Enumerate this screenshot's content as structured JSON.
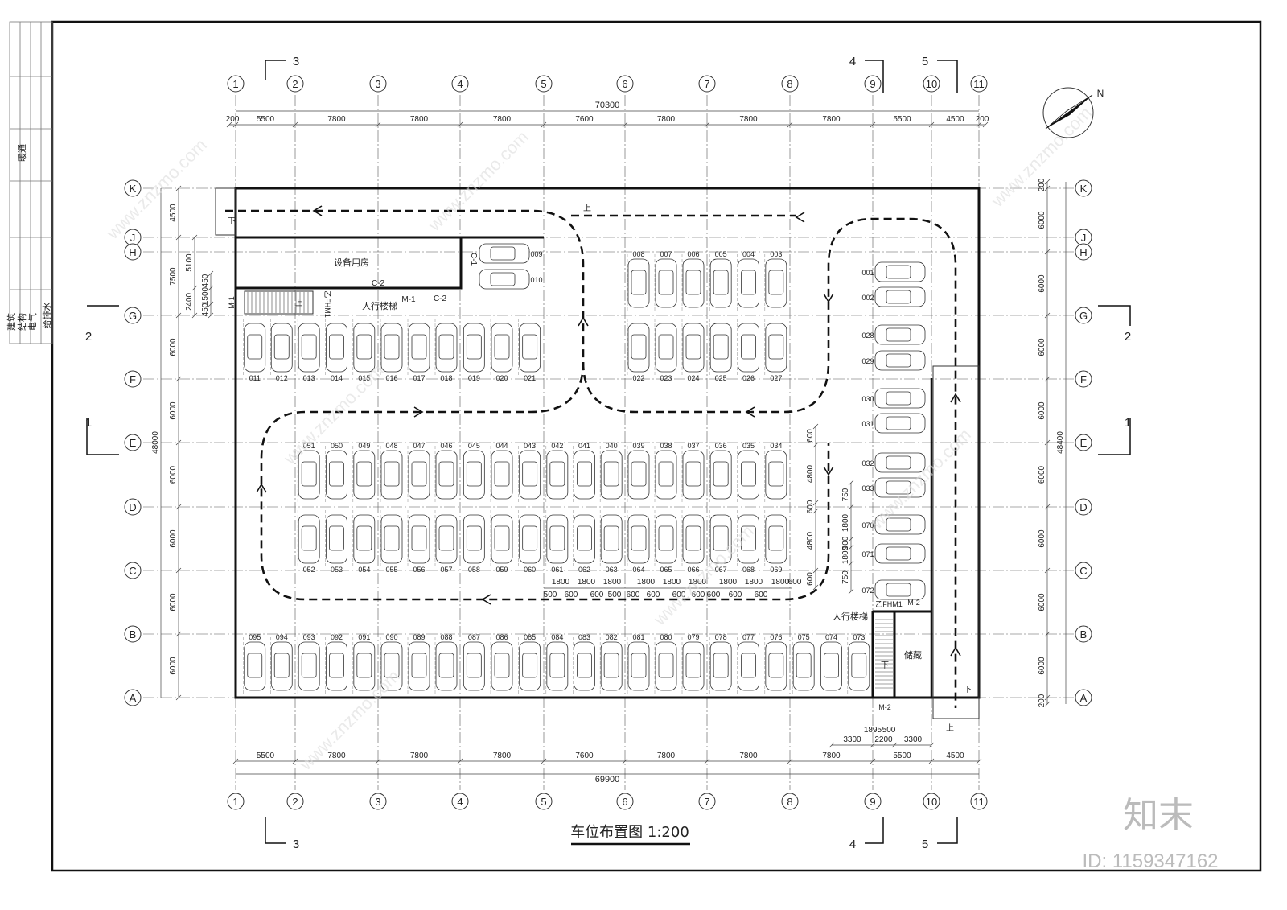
{
  "title_block": {
    "rows": [
      "暖通",
      "建筑",
      "结构",
      "电气",
      "给排水"
    ]
  },
  "drawing": {
    "title": "车位布置图 1:200",
    "north_label": "N",
    "column_axes": [
      "1",
      "2",
      "3",
      "4",
      "5",
      "6",
      "7",
      "8",
      "9",
      "10",
      "11"
    ],
    "row_axes": [
      "K",
      "J",
      "H",
      "G",
      "F",
      "E",
      "D",
      "C",
      "B",
      "A"
    ],
    "section_marks": {
      "top_left": "3",
      "top_4": "4",
      "top_5": "5",
      "left_2": "2",
      "left_1": "1",
      "right_2": "2",
      "right_1": "1",
      "bottom_left": "3",
      "bottom_4": "4",
      "bottom_5": "5"
    },
    "dims_top": {
      "total": "70300",
      "segments": [
        "200",
        "5500",
        "7800",
        "7800",
        "7800",
        "7600",
        "7800",
        "7800",
        "7800",
        "5500",
        "4500",
        "200"
      ]
    },
    "dims_bottom": {
      "total": "69900",
      "segments": [
        "5500",
        "7800",
        "7800",
        "7800",
        "7600",
        "7800",
        "7800",
        "7800",
        "5500",
        "4500"
      ],
      "sub": [
        "3300",
        "2200",
        "3300"
      ],
      "door": [
        "1895",
        "500"
      ]
    },
    "dims_left": {
      "total": "48000",
      "segments": [
        "4500",
        "7500",
        "6000",
        "6000",
        "6000",
        "6000",
        "6000",
        "6000"
      ],
      "inner": [
        "5100",
        "2400",
        "450",
        "1500",
        "450"
      ]
    },
    "dims_right": {
      "total": "48400",
      "segments": [
        "200",
        "6000",
        "6000",
        "6000",
        "6000",
        "6000",
        "6000",
        "6000",
        "6000",
        "200"
      ]
    },
    "dims_middle": {
      "stall_widths": [
        "1800",
        "1800",
        "1800",
        "1800",
        "1800",
        "1800",
        "1800",
        "1800",
        "1800"
      ],
      "gaps": [
        "500",
        "600",
        "600",
        "500",
        "600",
        "600",
        "600",
        "600",
        "600",
        "600",
        "600"
      ],
      "end": "600",
      "vertical_left": [
        "600",
        "4800",
        "600",
        "4800",
        "600"
      ],
      "vertical_right": [
        "750",
        "1800",
        "900",
        "1800",
        "750"
      ]
    },
    "rooms": {
      "equipment": "设备用房",
      "storage": "储藏",
      "stair_1": "人行楼梯",
      "stair_2": "人行楼梯"
    },
    "doors": {
      "c1": "C-1",
      "c2a": "C-2",
      "c2b": "C-2",
      "m1": "M-1",
      "m1b": "M-1",
      "fhm1": "乙FHM1",
      "fhm2": "乙FHM1",
      "m2a": "M-2",
      "m2b": "M-2"
    },
    "ramp_labels": {
      "up_top": "上",
      "down_top": "下",
      "stair_up": "上",
      "stair_down": "下",
      "ramp_down": "下",
      "ramp_up": "上"
    },
    "stall_groups": [
      {
        "id": "g-f-left",
        "numbers": [
          "011",
          "012",
          "013",
          "014",
          "015",
          "016",
          "017",
          "018",
          "019",
          "020",
          "021"
        ]
      },
      {
        "id": "g-f-right",
        "numbers": [
          "022",
          "023",
          "024",
          "025",
          "026",
          "027"
        ]
      },
      {
        "id": "h-g",
        "numbers": [
          "008",
          "007",
          "006",
          "005",
          "004",
          "003"
        ]
      },
      {
        "id": "mid-top",
        "numbers": [
          "051",
          "050",
          "049",
          "048",
          "047",
          "046",
          "045",
          "044",
          "043",
          "042",
          "041",
          "040",
          "039",
          "038",
          "037",
          "036",
          "035",
          "034"
        ]
      },
      {
        "id": "mid-bottom",
        "numbers": [
          "052",
          "053",
          "054",
          "055",
          "056",
          "057",
          "058",
          "059",
          "060",
          "061",
          "062",
          "063",
          "064",
          "065",
          "066",
          "067",
          "068",
          "069"
        ]
      },
      {
        "id": "b-a",
        "numbers": [
          "095",
          "094",
          "093",
          "092",
          "091",
          "090",
          "089",
          "088",
          "087",
          "086",
          "085",
          "084",
          "083",
          "082",
          "081",
          "080",
          "079",
          "078",
          "077",
          "076",
          "075",
          "074",
          "073"
        ]
      },
      {
        "id": "top-horizontal",
        "numbers": [
          "009",
          "010"
        ]
      },
      {
        "id": "right-horizontal",
        "numbers": [
          "001",
          "002",
          "028",
          "029",
          "030",
          "031",
          "032",
          "033",
          "070",
          "071",
          "072"
        ]
      }
    ]
  },
  "watermark": {
    "logo": "知末",
    "id": "ID: 1159347162",
    "site": "www.znzmo.com"
  }
}
